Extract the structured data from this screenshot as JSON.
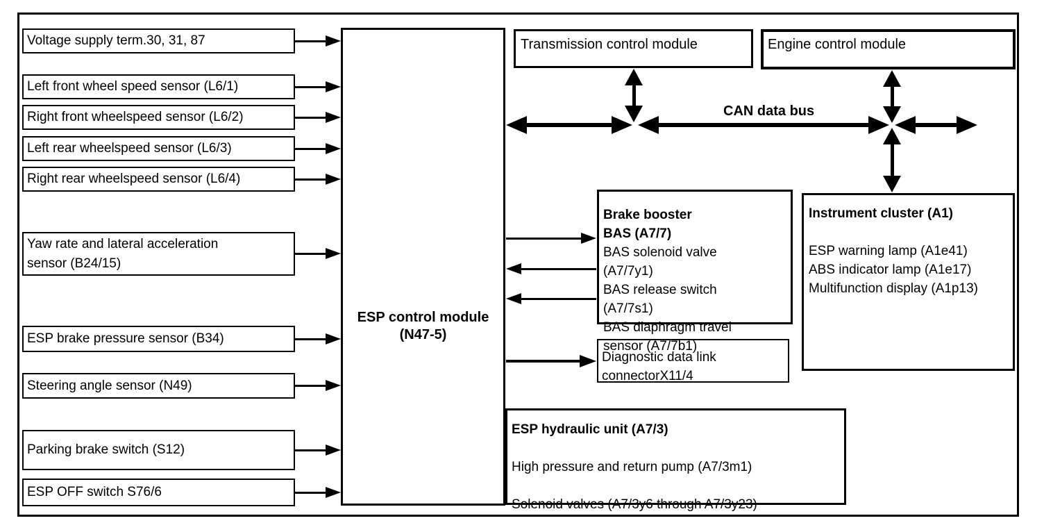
{
  "colors": {
    "ink": "#000000",
    "paper": "#ffffff"
  },
  "left_inputs": [
    "Voltage supply term.30, 31, 87",
    "Left front wheel speed sensor (L6/1)",
    "Right front wheelspeed sensor (L6/2)",
    "Left rear wheelspeed sensor (L6/3)",
    "Right rear wheelspeed sensor (L6/4)",
    "Yaw rate and lateral acceleration\nsensor (B24/15)",
    "ESP brake pressure sensor (B34)",
    "Steering angle sensor (N49)",
    "Parking brake switch (S12)",
    "ESP OFF switch S76/6"
  ],
  "esp_module": {
    "line1": "ESP control module",
    "line2": "(N47-5)"
  },
  "transmission_label": "Transmission control module",
  "engine_label": "Engine control module",
  "can_bus_label": "CAN data bus",
  "brake_booster": {
    "title_line1": "Brake booster",
    "title_line2": "BAS (A7/7)",
    "lines": [
      "BAS solenoid valve",
      "(A7/7y1)",
      "BAS release switch",
      "(A7/7s1)",
      "BAS diaphragm travel",
      "sensor (A7/7b1)"
    ]
  },
  "diagnostic": {
    "line1": "Diagnostic data link",
    "line2": "connectorX11/4"
  },
  "instrument_cluster": {
    "title": "Instrument cluster (A1)",
    "lines": [
      "ESP warning lamp (A1e41)",
      "ABS indicator lamp (A1e17)",
      "Multifunction display (A1p13)"
    ]
  },
  "hydraulic_unit": {
    "title": "ESP hydraulic unit (A7/3)",
    "line1": "High pressure and return pump (A7/3m1)",
    "line2": "Solenoid valves (A7/3y6 through A7/3y23)"
  }
}
